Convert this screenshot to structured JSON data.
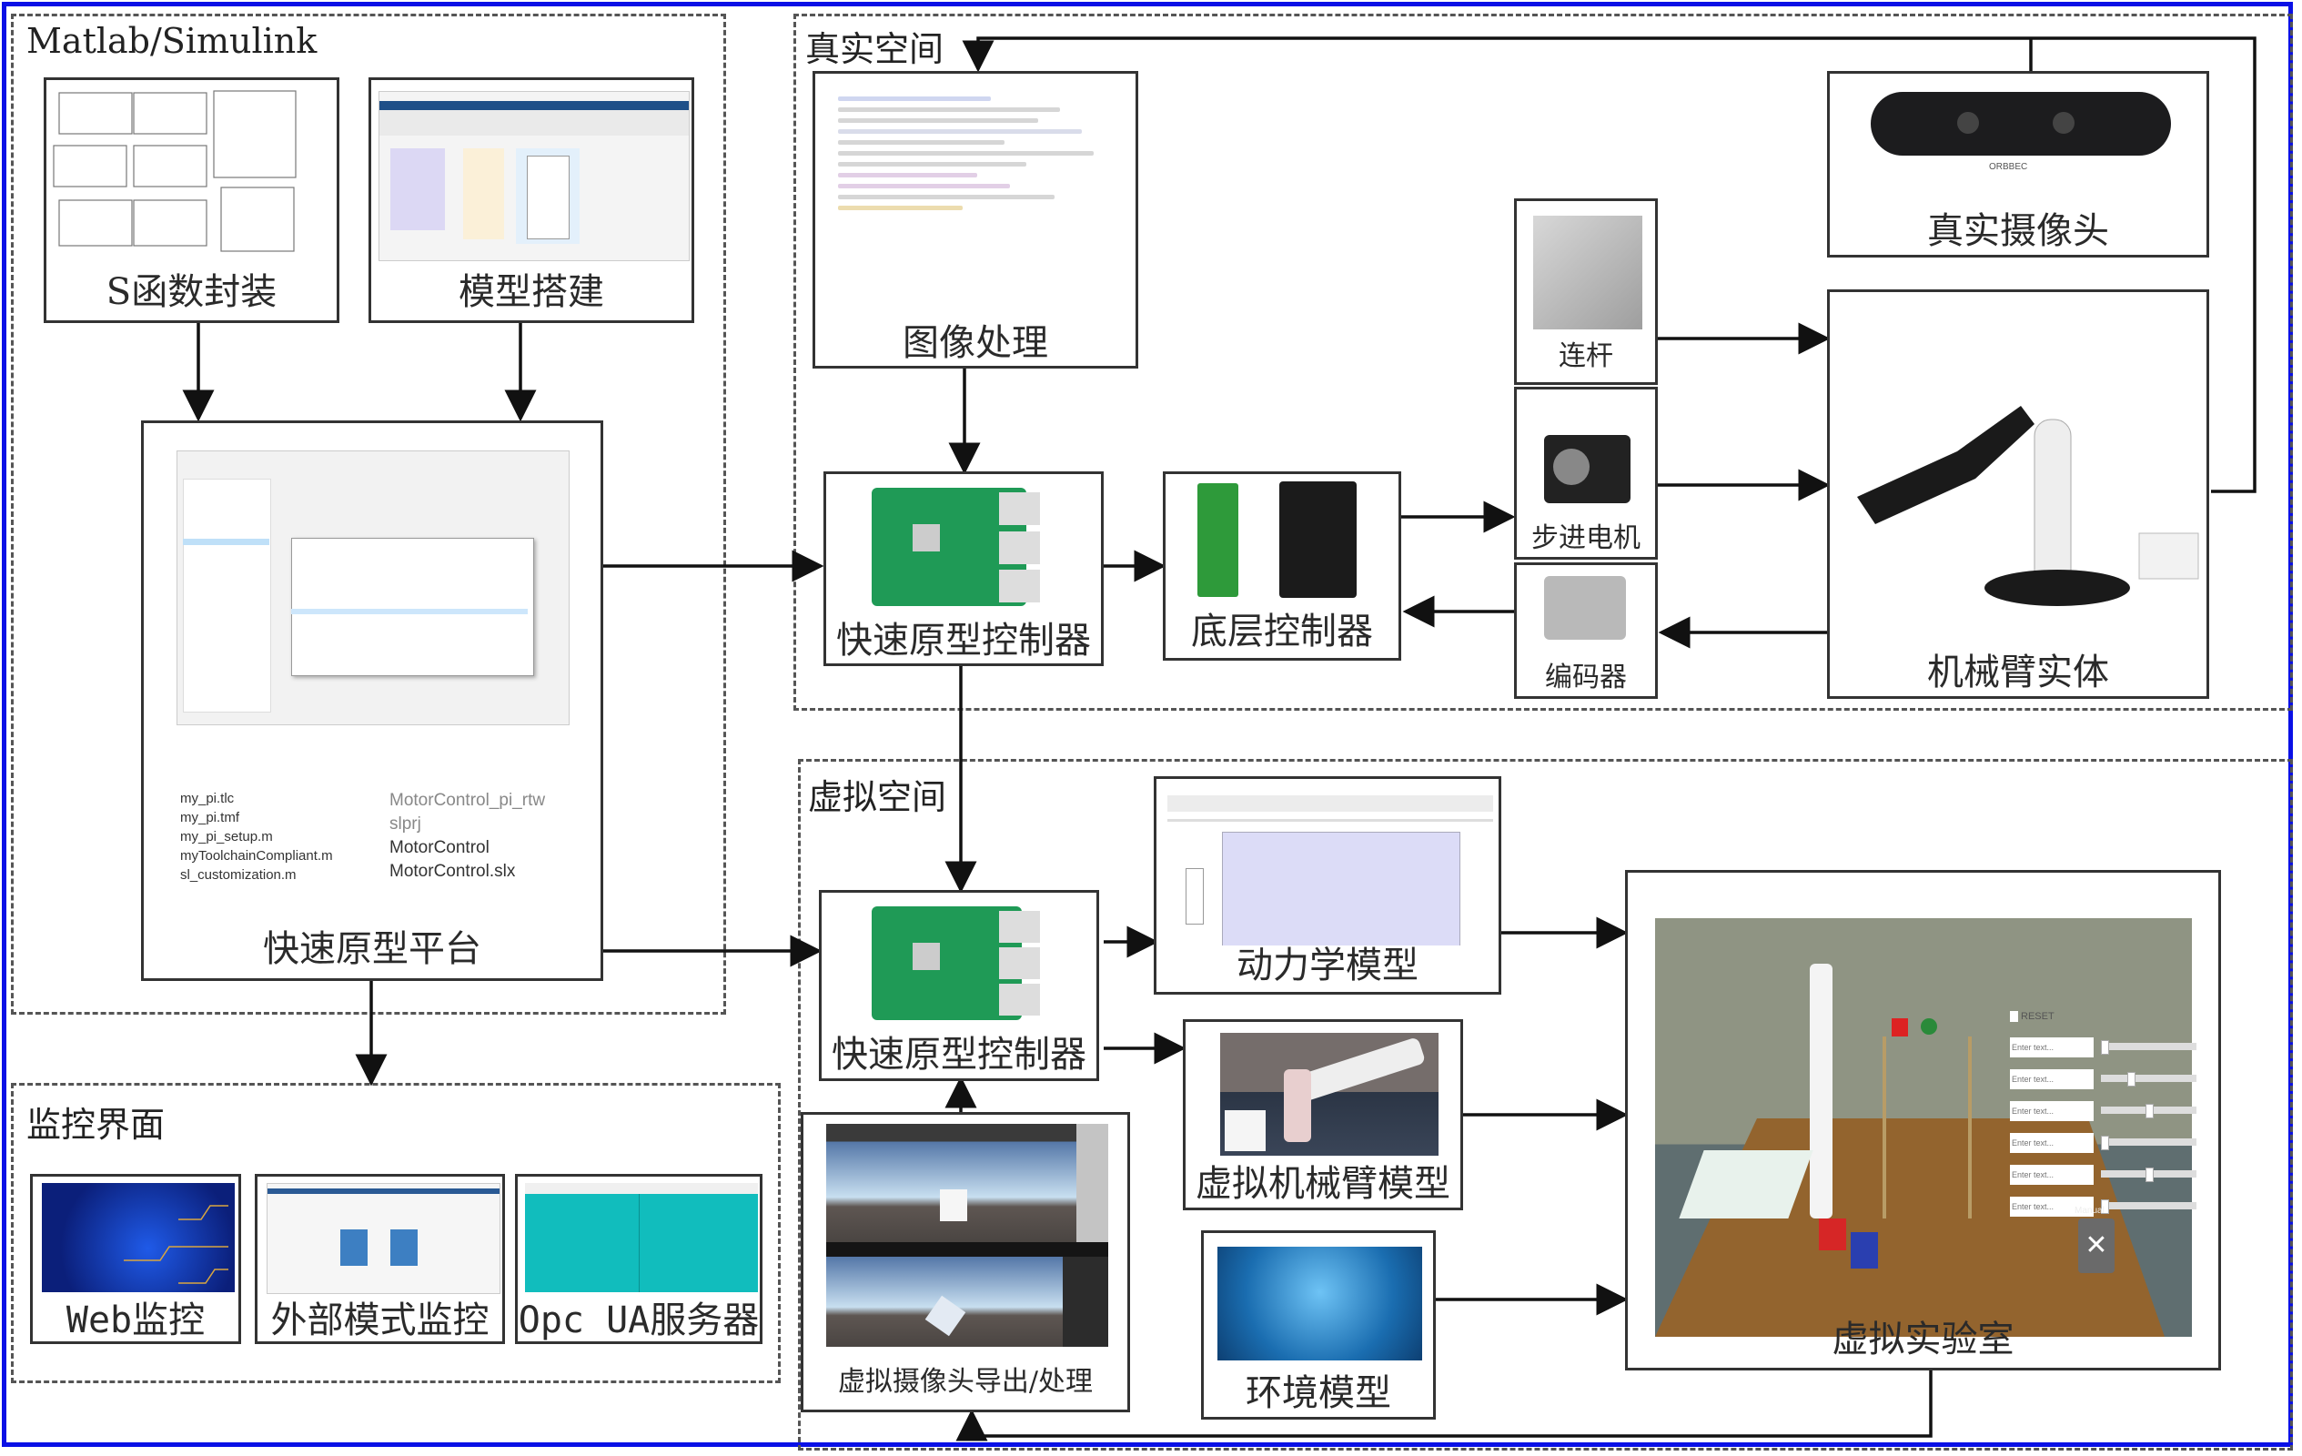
{
  "groups": {
    "matlab": "Matlab/Simulink",
    "real_space": "真实空间",
    "virtual_space": "虚拟空间",
    "monitor": "监控界面"
  },
  "boxes": {
    "s_function": "S函数封装",
    "model_build": "模型搭建",
    "rapid_platform": "快速原型平台",
    "image_processing": "图像处理",
    "rapid_controller_real": "快速原型控制器",
    "low_level_controller": "底层控制器",
    "link": "连杆",
    "stepper_motor": "步进电机",
    "encoder": "编码器",
    "real_camera": "真实摄像头",
    "robot_arm_real": "机械臂实体",
    "rapid_controller_virtual": "快速原型控制器",
    "dynamics_model": "动力学模型",
    "virtual_arm_model": "虚拟机械臂模型",
    "environment_model": "环境模型",
    "virtual_camera": "虚拟摄像头导出/处理",
    "virtual_lab": "虚拟实验室",
    "web_monitor": "Web监控",
    "external_mode_monitor": "外部模式监控",
    "opc_ua_server": "Opc UA服务器"
  },
  "platform_files": {
    "left": [
      "my_pi.tlc",
      "my_pi.tmf",
      "my_pi_setup.m",
      "myToolchainCompliant.m",
      "sl_customization.m"
    ],
    "right": [
      "MotorControl_pi_rtw",
      "slprj",
      "MotorControl",
      "MotorControl.slx"
    ]
  },
  "virtual_lab_ui": {
    "reset_label": "RESET",
    "input_placeholder": "Enter text...",
    "manual_label": "Manual",
    "slider_values": [
      0.0,
      0.3,
      0.5,
      0.0,
      0.5,
      0.0
    ]
  },
  "camera_brand": "ORBBEC",
  "colors": {
    "frame": "#0a10e6",
    "opc_bg": "#11bdbd",
    "web_bg": "#0b1f7a"
  }
}
